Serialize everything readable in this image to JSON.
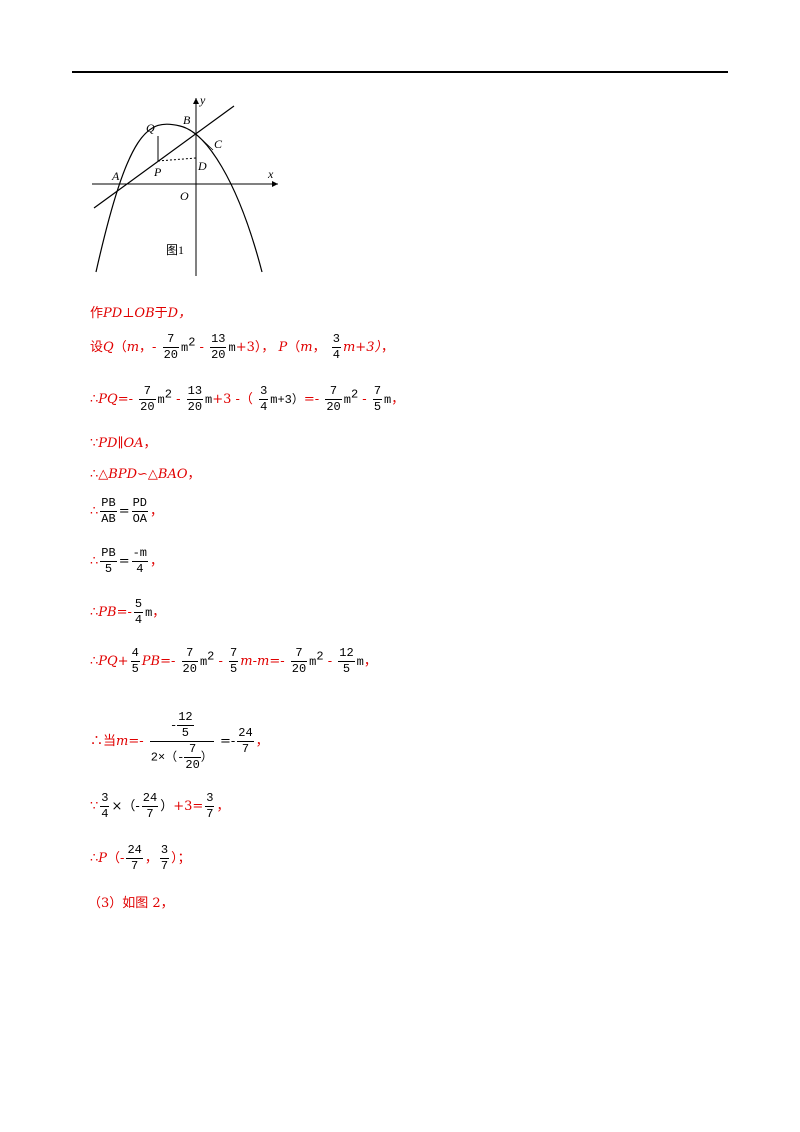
{
  "figure": {
    "caption": "图1",
    "labels": {
      "y": "y",
      "x": "x",
      "B": "B",
      "Q": "Q",
      "C": "C",
      "D": "D",
      "P": "P",
      "A": "A",
      "O": "O"
    }
  },
  "lines": {
    "l1": {
      "a": "作",
      "b": "PD",
      "c": "⊥",
      "d": "OB",
      "e": "于",
      "f": "D，"
    },
    "l2": {
      "a": "设",
      "b": "Q",
      "c": "（",
      "d": "m",
      "e": "，-",
      "f1n": "7",
      "f1d": "20",
      "m2": "m",
      "sq": "2",
      "g": "-",
      "f2n": "13",
      "f2d": "20",
      "m": "m",
      "h": "+3）",
      "i": "，",
      "j": "P",
      "k": "（",
      "l": "m",
      "n": "，",
      "f3n": "3",
      "f3d": "4",
      "o": "m+3）",
      "p": "，"
    },
    "l3": {
      "a": "∴",
      "b": "PQ",
      "c": "=-",
      "f1n": "7",
      "f1d": "20",
      "m2": "m",
      "sq": "2",
      "d": "-",
      "f2n": "13",
      "f2d": "20",
      "m": "m",
      "e": "+3 -（",
      "f3n": "3",
      "f3d": "4",
      "g": "m+3）",
      "h": "=-",
      "f4n": "7",
      "f4d": "20",
      "m2b": "m",
      "sqb": "2",
      "i": "-",
      "f5n": "7",
      "f5d": "5",
      "mb": "m",
      "j": "，"
    },
    "l4": {
      "a": "∵",
      "b": "PD",
      "c": "∥",
      "d": "OA",
      "e": "，"
    },
    "l5": {
      "a": "∴△",
      "b": "BPD",
      "c": "∽△",
      "d": "BAO",
      "e": "，"
    },
    "l6": {
      "a": "∴",
      "f1n": "PB",
      "f1d": "AB",
      "b": "=",
      "f2n": "PD",
      "f2d": "OA",
      "c": "，"
    },
    "l7": {
      "a": "∴",
      "f1n": "PB",
      "f1d": "5",
      "b": "=",
      "f2n": "-m",
      "f2d": "4",
      "c": "，"
    },
    "l8": {
      "a": "∴",
      "b": "PB",
      "c": "=-",
      "f1n": "5",
      "f1d": "4",
      "m": "m",
      "d": "，"
    },
    "l9": {
      "a": "∴",
      "b": "PQ+",
      "f1n": "4",
      "f1d": "5",
      "c": "PB",
      "d": "=-",
      "f2n": "7",
      "f2d": "20",
      "m2": "m",
      "sq": "2",
      "e": "-",
      "f3n": "7",
      "f3d": "5",
      "f": "m",
      "g": "-",
      "h": "m",
      "i": "=-",
      "f4n": "7",
      "f4d": "20",
      "m2b": "m",
      "sqb": "2",
      "j": "-",
      "f5n": "12",
      "f5d": "5",
      "m": "m",
      "k": "，"
    },
    "l10": {
      "a": "∴当",
      "b": "m",
      "c": "=-",
      "nn": "-",
      "nf_n": "12",
      "nf_d": "5",
      "den_a": "2×（-",
      "df_n": "7",
      "df_d": "20",
      "den_b": "）",
      "d": "=-",
      "f2n": "24",
      "f2d": "7",
      "e": "，"
    },
    "l11": {
      "a": "∵",
      "f1n": "3",
      "f1d": "4",
      "b": "×（-",
      "f2n": "24",
      "f2d": "7",
      "c": "）",
      "d": "+3=",
      "f3n": "3",
      "f3d": "7",
      "e": "，"
    },
    "l12": {
      "a": "∴",
      "b": "P",
      "c": "（-",
      "f1n": "24",
      "f1d": "7",
      "d": "，",
      "f2n": "3",
      "f2d": "7",
      "e": "）；"
    },
    "l13": {
      "a": "（3）如图 2，"
    }
  }
}
